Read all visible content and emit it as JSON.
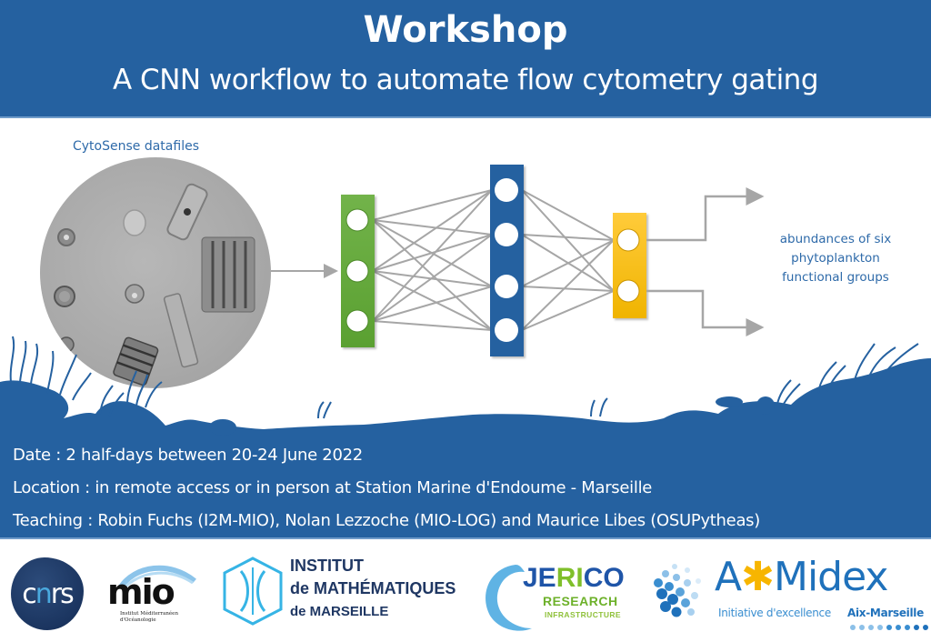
{
  "header": {
    "title": "Workshop",
    "subtitle": "A CNN workflow to automate flow cytometry gating"
  },
  "diagram": {
    "input_label": "CytoSense datafiles",
    "output_label_lines": [
      "abundances of six",
      "phytoplankton",
      "functional groups"
    ],
    "layers": [
      {
        "name": "input-layer",
        "color": "#62a63a",
        "nodes": 3
      },
      {
        "name": "hidden-layer",
        "color": "#2561a0",
        "nodes": 4
      },
      {
        "name": "output-layer",
        "color": "#f5bc10",
        "nodes": 2
      }
    ],
    "connection_color": "#a6a6a6"
  },
  "info": {
    "date": "Date : 2 half-days between 20-24 June 2022",
    "location": "Location : in remote access or in person at Station Marine d'Endoume - Marseille",
    "teaching": "Teaching : Robin Fuchs (I2M-MIO), Nolan Lezzoche (MIO-LOG) and Maurice Libes (OSUPytheas)"
  },
  "logos": {
    "cnrs": {
      "c": "c",
      "n": "n",
      "rs": "rs"
    },
    "mio": {
      "word": "mio",
      "sub_line1": "Institut Méditerranéen",
      "sub_line2": "d'Océanologie"
    },
    "i2m": {
      "line1": "INSTITUT",
      "line2": "de MATHÉMATIQUES",
      "line3": "de MARSEILLE"
    },
    "jerico": {
      "je": "JE",
      "ri": "RI",
      "co": "CO",
      "research": "RESEARCH",
      "infra": "INFRASTRUCTURE"
    },
    "amidex": {
      "a": "A",
      "star": "✱",
      "midex": "Midex",
      "initiative": "Initiative d'excellence",
      "aix": "Aix-Marseille"
    }
  },
  "colors": {
    "brand_blue": "#2561a0",
    "text_blue": "#2e6aa9",
    "green": "#62a63a",
    "yellow": "#f5bc10"
  }
}
